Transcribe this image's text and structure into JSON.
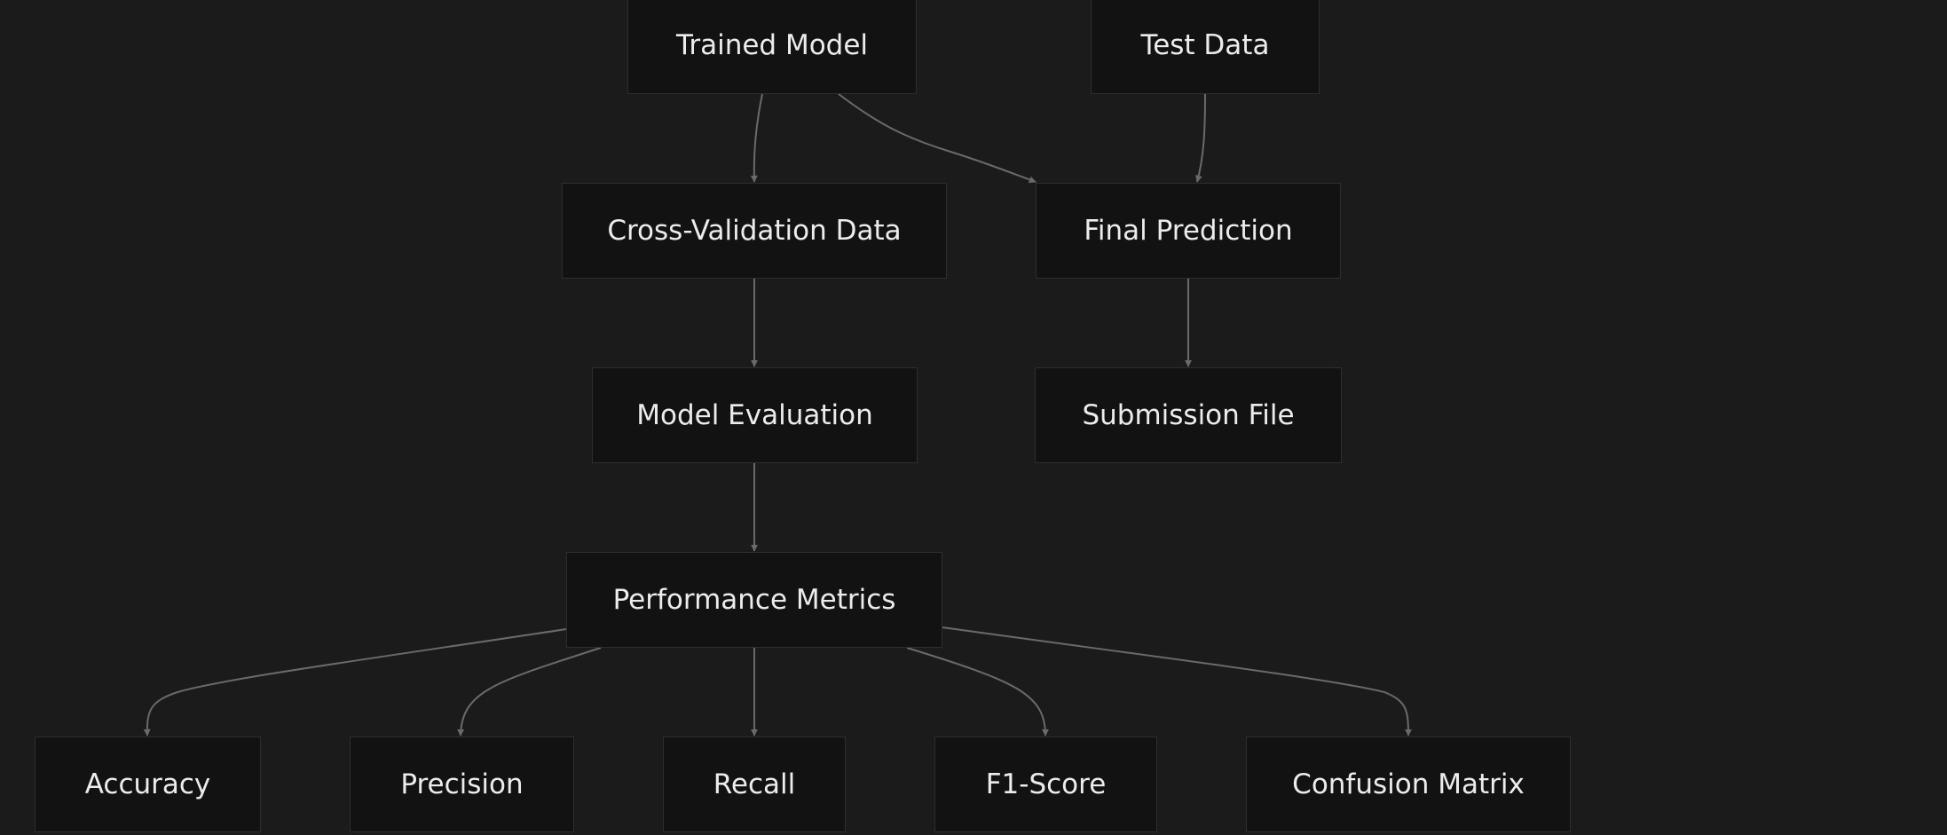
{
  "nodes": {
    "trained_model": "Trained Model",
    "test_data": "Test Data",
    "cross_validation_data": "Cross-Validation Data",
    "final_prediction": "Final Prediction",
    "model_evaluation": "Model Evaluation",
    "submission_file": "Submission File",
    "performance_metrics": "Performance Metrics",
    "accuracy": "Accuracy",
    "precision": "Precision",
    "recall": "Recall",
    "f1_score": "F1-Score",
    "confusion_matrix": "Confusion Matrix"
  },
  "edges": [
    {
      "from": "Trained Model",
      "to": "Cross-Validation Data"
    },
    {
      "from": "Trained Model",
      "to": "Final Prediction"
    },
    {
      "from": "Test Data",
      "to": "Final Prediction"
    },
    {
      "from": "Cross-Validation Data",
      "to": "Model Evaluation"
    },
    {
      "from": "Final Prediction",
      "to": "Submission File"
    },
    {
      "from": "Model Evaluation",
      "to": "Performance Metrics"
    },
    {
      "from": "Performance Metrics",
      "to": "Accuracy"
    },
    {
      "from": "Performance Metrics",
      "to": "Precision"
    },
    {
      "from": "Performance Metrics",
      "to": "Recall"
    },
    {
      "from": "Performance Metrics",
      "to": "F1-Score"
    },
    {
      "from": "Performance Metrics",
      "to": "Confusion Matrix"
    }
  ]
}
